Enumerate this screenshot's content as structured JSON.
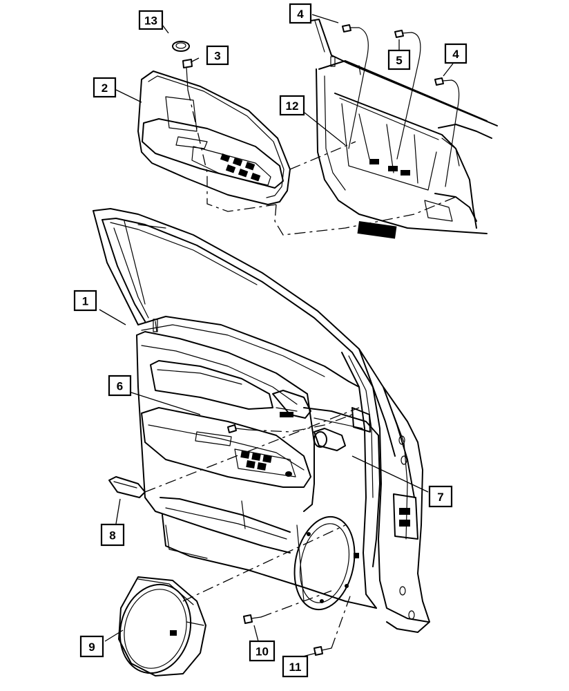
{
  "callouts": [
    {
      "id": "c13",
      "label": "13"
    },
    {
      "id": "c3",
      "label": "3"
    },
    {
      "id": "c2",
      "label": "2"
    },
    {
      "id": "c4a",
      "label": "4"
    },
    {
      "id": "c5",
      "label": "5"
    },
    {
      "id": "c4b",
      "label": "4"
    },
    {
      "id": "c12",
      "label": "12"
    },
    {
      "id": "c1",
      "label": "1"
    },
    {
      "id": "c6",
      "label": "6"
    },
    {
      "id": "c7",
      "label": "7"
    },
    {
      "id": "c8",
      "label": "8"
    },
    {
      "id": "c9",
      "label": "9"
    },
    {
      "id": "c10",
      "label": "10"
    },
    {
      "id": "c11",
      "label": "11"
    }
  ]
}
